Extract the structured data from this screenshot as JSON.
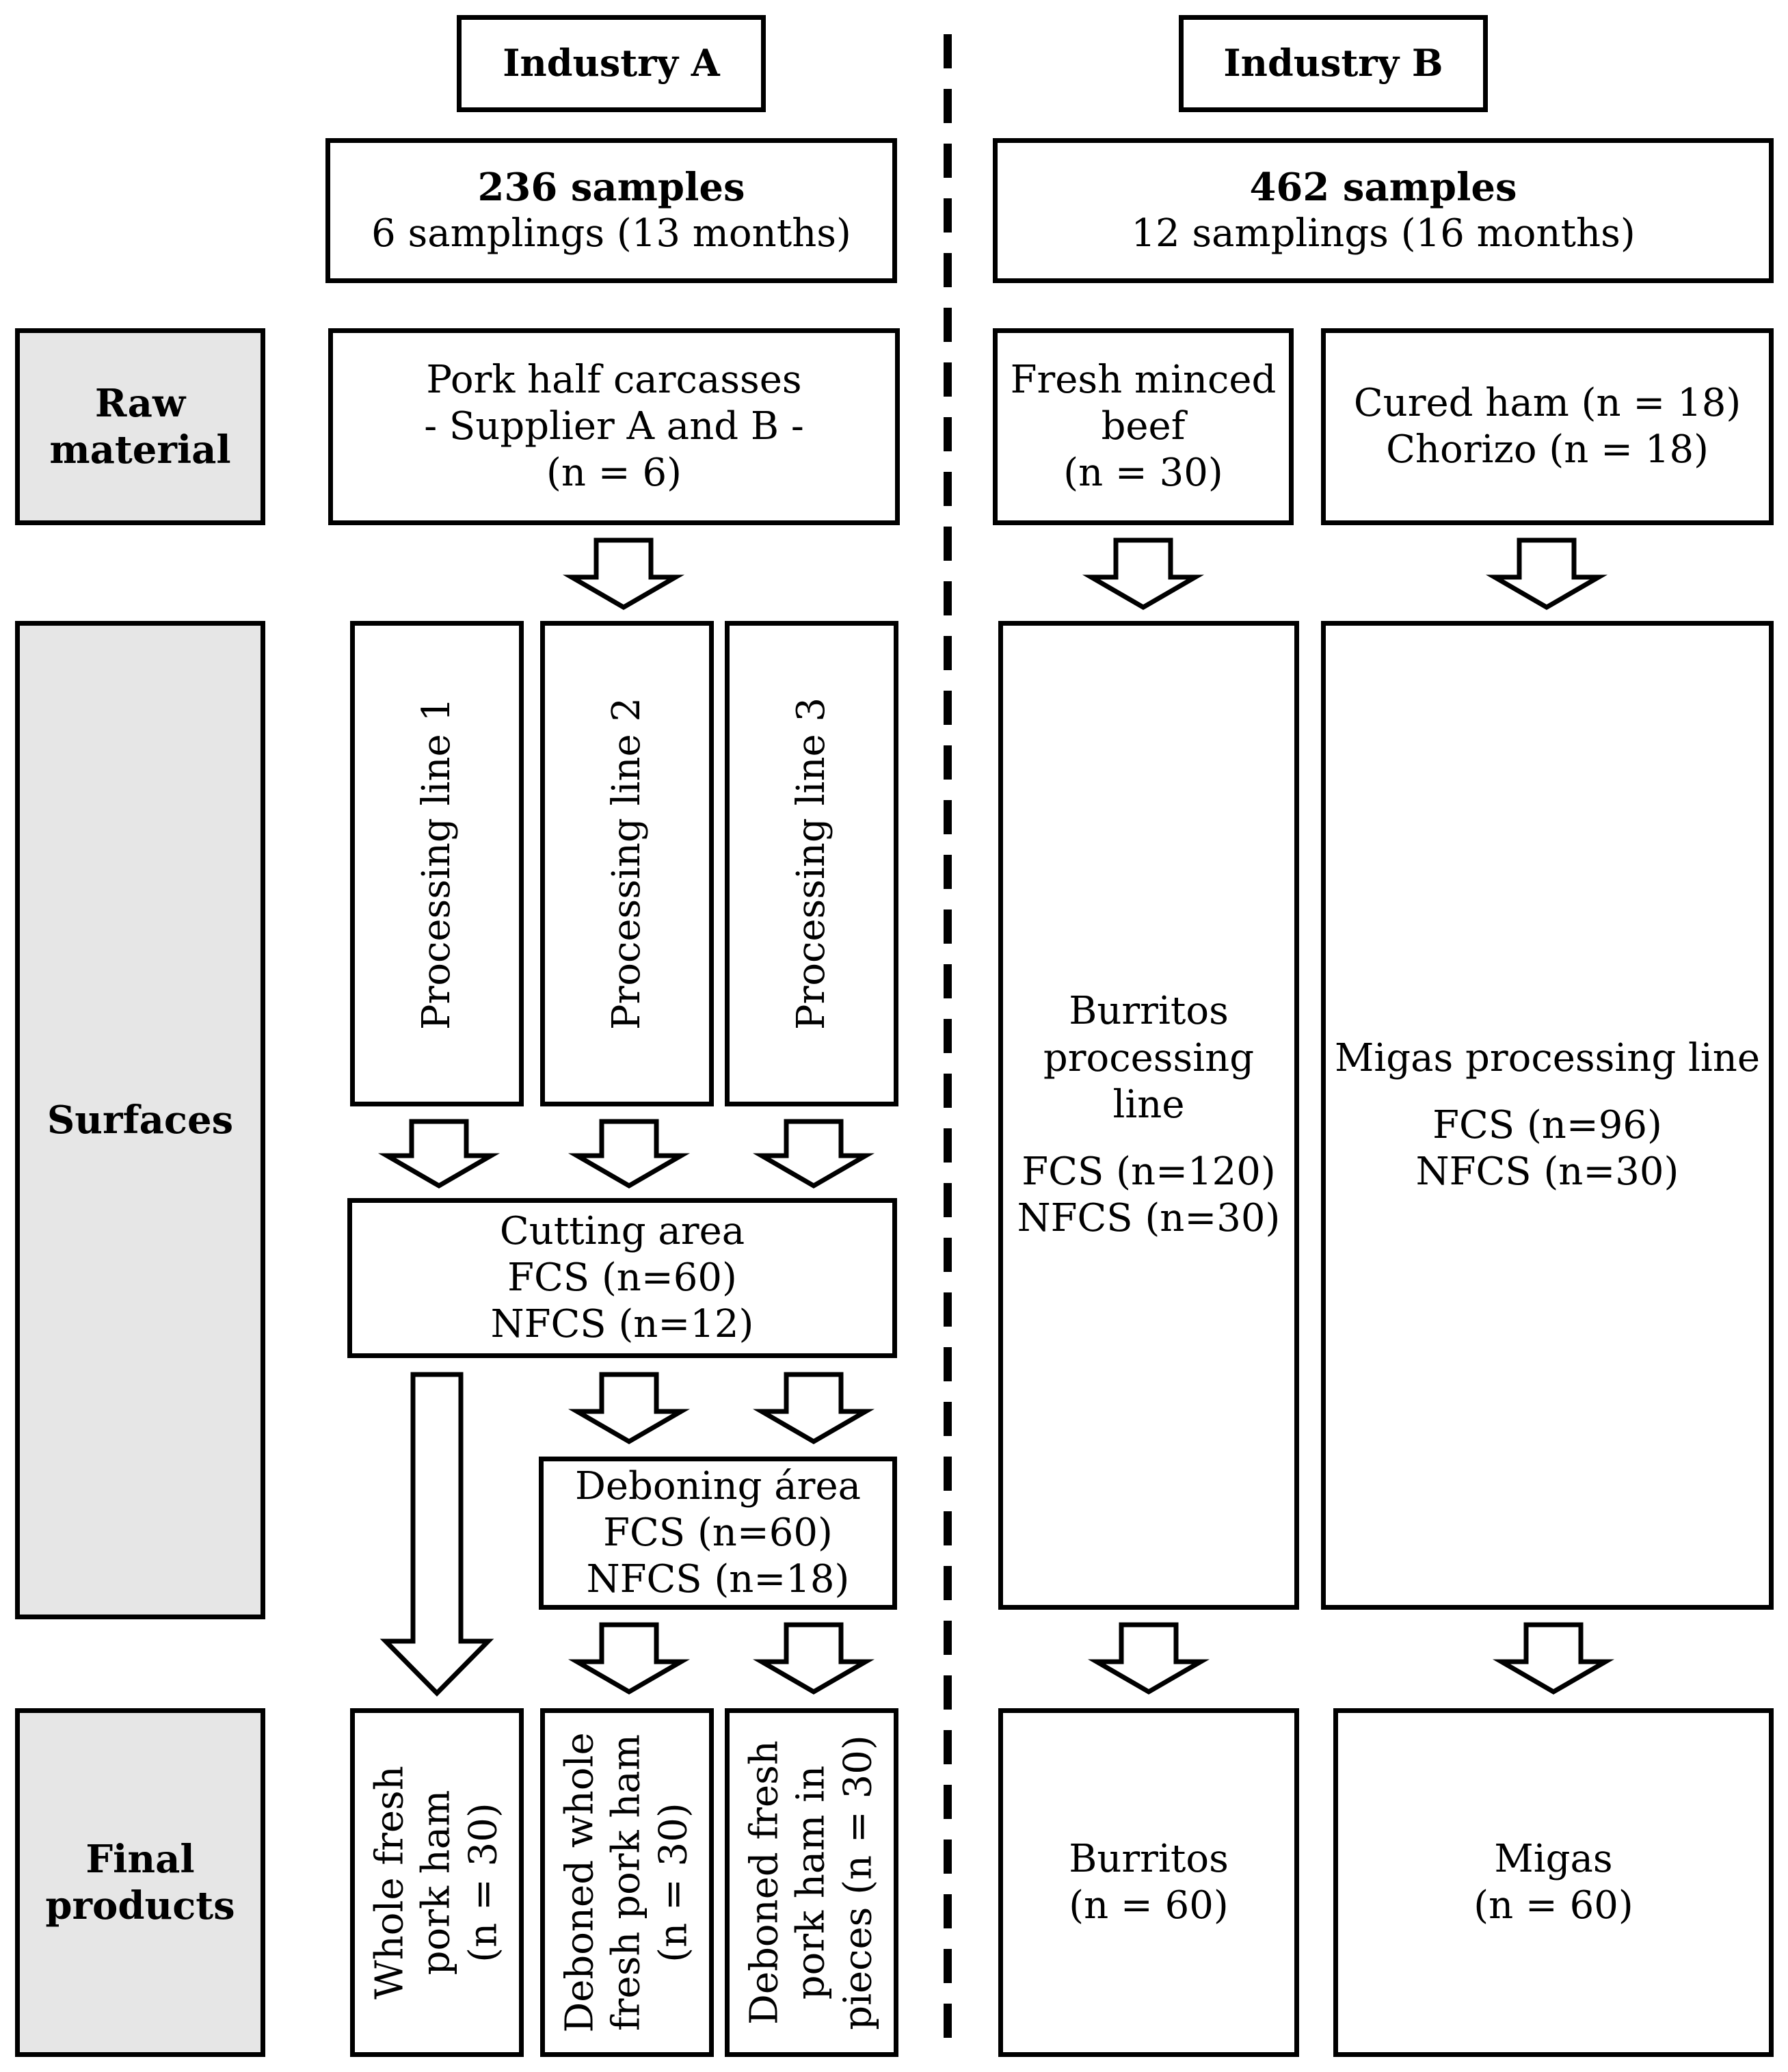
{
  "industry_a": {
    "title": "Industry A",
    "summary": {
      "samples": "236 samples",
      "samplings": "6 samplings (13 months)"
    },
    "raw_material": {
      "name": "Pork half carcasses",
      "supplier": "- Supplier A and B -",
      "n": "(n = 6)"
    },
    "processing_lines": [
      "Processing line 1",
      "Processing line 2",
      "Processing line 3"
    ],
    "cutting_area": {
      "name": "Cutting area",
      "fcs": "FCS (n=60)",
      "nfcs": "NFCS (n=12)"
    },
    "deboning_area": {
      "name": "Deboning área",
      "fcs": "FCS (n=60)",
      "nfcs": "NFCS (n=18)"
    },
    "final_products": [
      {
        "line1": "Whole fresh",
        "line2": "pork ham",
        "line3": "(n = 30)"
      },
      {
        "line1": "Deboned whole",
        "line2": "fresh pork ham",
        "line3": "(n = 30)"
      },
      {
        "line1": "Deboned fresh",
        "line2": "pork ham in",
        "line3": "pieces (n = 30)"
      }
    ]
  },
  "industry_b": {
    "title": "Industry B",
    "summary": {
      "samples": "462 samples",
      "samplings": "12 samplings (16 months)"
    },
    "raw_material_beef": {
      "line1": "Fresh minced",
      "line2": "beef",
      "n": "(n = 30)"
    },
    "raw_material_ham": {
      "line1": "Cured ham (n = 18)",
      "line2": "Chorizo (n = 18)"
    },
    "burritos_line": {
      "line1": "Burritos",
      "line2": "processing",
      "line3": "line",
      "fcs": "FCS (n=120)",
      "nfcs": "NFCS (n=30)"
    },
    "migas_line": {
      "name": "Migas processing line",
      "fcs": "FCS (n=96)",
      "nfcs": "NFCS (n=30)"
    },
    "final_burritos": {
      "name": "Burritos",
      "n": "(n = 60)"
    },
    "final_migas": {
      "name": "Migas",
      "n": "(n = 60)"
    }
  },
  "stages": {
    "raw_material": {
      "line1": "Raw",
      "line2": "material"
    },
    "surfaces": "Surfaces",
    "final_products": {
      "line1": "Final",
      "line2": "products"
    }
  }
}
